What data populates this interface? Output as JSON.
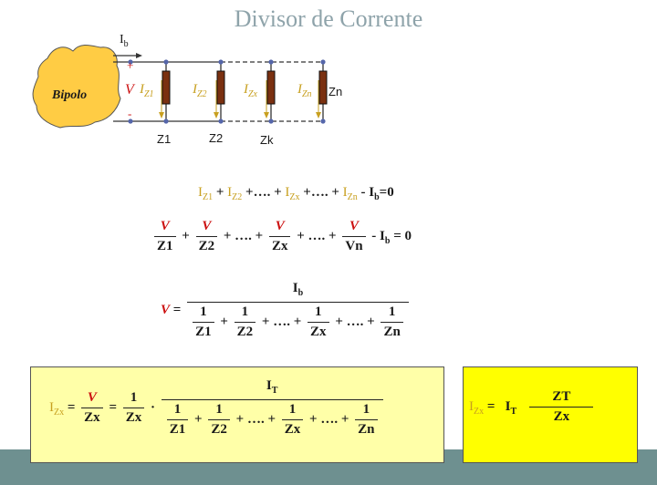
{
  "title": "Divisor de Corrente",
  "circuit": {
    "source_label": "Bipolo",
    "current_label": "I",
    "current_sub": "b",
    "plus": "+",
    "minus": "-",
    "voltage": "V",
    "branch_currents": [
      {
        "sym": "I",
        "sub": "Z1"
      },
      {
        "sym": "I",
        "sub": "Z2"
      },
      {
        "sym": "I",
        "sub": "Zx"
      },
      {
        "sym": "I",
        "sub": "Zn"
      }
    ],
    "impedance_labels": [
      "Z1",
      "Z2",
      "Zk",
      "Zn"
    ]
  },
  "eq1": {
    "terms": [
      {
        "sym": "I",
        "sub": "Z1"
      },
      {
        "sym": "I",
        "sub": "Z2"
      },
      {
        "sym": "I",
        "sub": "Zx"
      },
      {
        "sym": "I",
        "sub": "Zn"
      }
    ],
    "plus": "+",
    "dots": "+….",
    "minus_ib": "- I",
    "ib_sub": "b",
    "rhs": "=0"
  },
  "eq2": {
    "num": "V",
    "dens": [
      "Z1",
      "Z2",
      "Zx",
      "Vn"
    ],
    "plus": "+",
    "dots": "….",
    "minus_ib": "- I",
    "ib_sub": "b",
    "rhs": "= 0"
  },
  "eq3": {
    "lhs": "V",
    "eq": "=",
    "num": "I",
    "num_sub": "b",
    "one": "1",
    "dens": [
      "Z1",
      "Z2",
      "Zx",
      "Zn"
    ],
    "plus": "+",
    "dots": "…."
  },
  "box1": {
    "lhs_sym": "I",
    "lhs_sub": "Zx",
    "eq": "=",
    "v": "V",
    "zx": "Zx",
    "one": "1",
    "dot": "·",
    "it": "I",
    "it_sub": "T",
    "dens": [
      "Z1",
      "Z2",
      "Zx",
      "Zn"
    ],
    "plus": "+",
    "dots": "…."
  },
  "box2": {
    "lhs_sym": "I",
    "lhs_sub": "Zx",
    "eq": "=",
    "it": "I",
    "it_sub": "T",
    "num": "ZT",
    "den": "Zx"
  }
}
